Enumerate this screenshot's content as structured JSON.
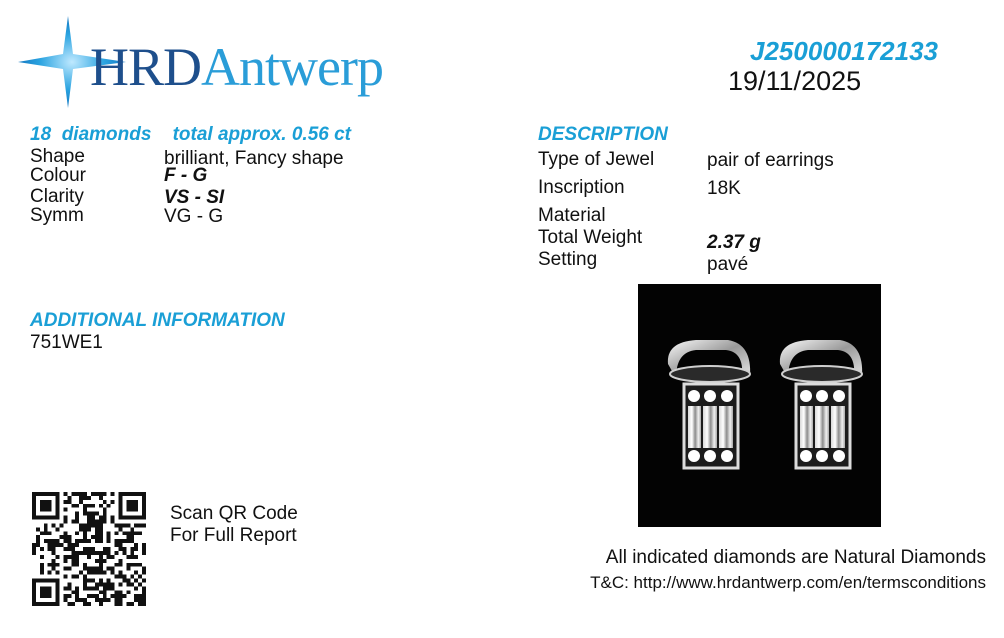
{
  "brand": {
    "part1": "HRD",
    "part2": "Antwerp"
  },
  "report": {
    "number": "J250000172133",
    "date": "19/11/2025"
  },
  "diamonds": {
    "count": "18",
    "count_label": "diamonds",
    "weight": "total approx. 0.56 ct",
    "rows": [
      {
        "label": "Shape",
        "value": "brilliant, Fancy shape"
      },
      {
        "label": "Colour",
        "value": "F - G"
      },
      {
        "label": "Clarity",
        "value": "VS - SI"
      },
      {
        "label": "Symm",
        "value": "VG - G"
      }
    ]
  },
  "additional": {
    "heading": "ADDITIONAL INFORMATION",
    "value": "751WE1"
  },
  "description": {
    "heading": "DESCRIPTION",
    "labels": [
      "Type of Jewel",
      "Inscription",
      "Material",
      "Total Weight",
      "Setting"
    ],
    "values": [
      "pair of earrings",
      "18K",
      "2.37 g",
      "pavé"
    ]
  },
  "qr": {
    "line1": "Scan QR Code",
    "line2": "For Full Report"
  },
  "footer": {
    "note": "All indicated diamonds are Natural Diamonds",
    "terms": "T&C: http://www.hrdantwerp.com/en/termsconditions"
  },
  "colors": {
    "accent": "#1a9fd6",
    "brand_dark": "#1e4f8c",
    "photo_bg": "#030303"
  },
  "icons": {
    "logo_star": "four-point-star-icon",
    "qr": "qr-code-icon"
  }
}
